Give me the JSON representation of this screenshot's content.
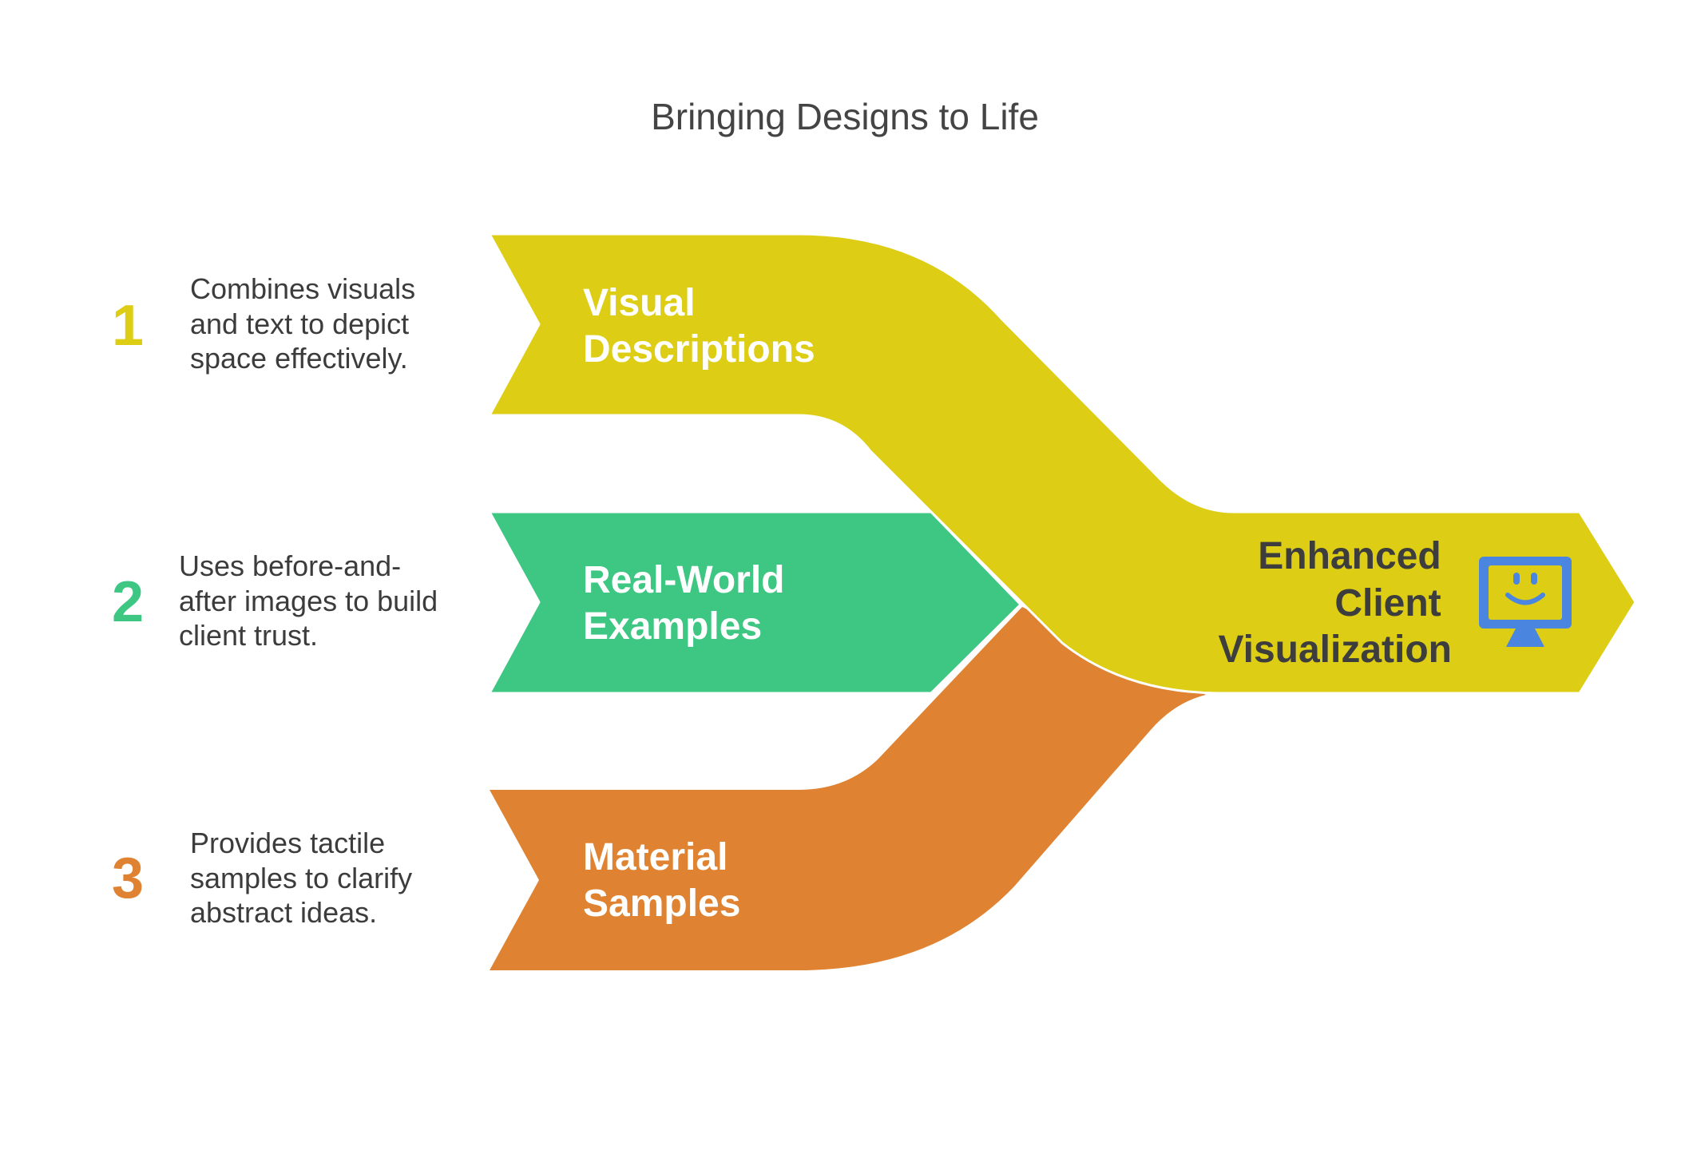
{
  "title": "Bringing Designs to Life",
  "colors": {
    "yellow": "#ddcd15",
    "green": "#3ec683",
    "orange": "#df8332",
    "icon_blue": "#4a86e0",
    "text_dark": "#3d3d3d"
  },
  "steps": [
    {
      "number": "1",
      "description_lines": [
        "Combines visuals",
        "and text to depict",
        "space effectively."
      ],
      "label_lines": [
        "Visual",
        "Descriptions"
      ]
    },
    {
      "number": "2",
      "description_lines": [
        "Uses before-and-",
        "after images to build",
        "client trust."
      ],
      "label_lines": [
        "Real-World",
        "Examples"
      ]
    },
    {
      "number": "3",
      "description_lines": [
        "Provides tactile",
        "samples to clarify",
        "abstract ideas."
      ],
      "label_lines": [
        "Material",
        "Samples"
      ]
    }
  ],
  "outcome": {
    "label_lines": [
      "Enhanced",
      "Client",
      "Visualization"
    ],
    "icon": "smiling-monitor-icon"
  }
}
